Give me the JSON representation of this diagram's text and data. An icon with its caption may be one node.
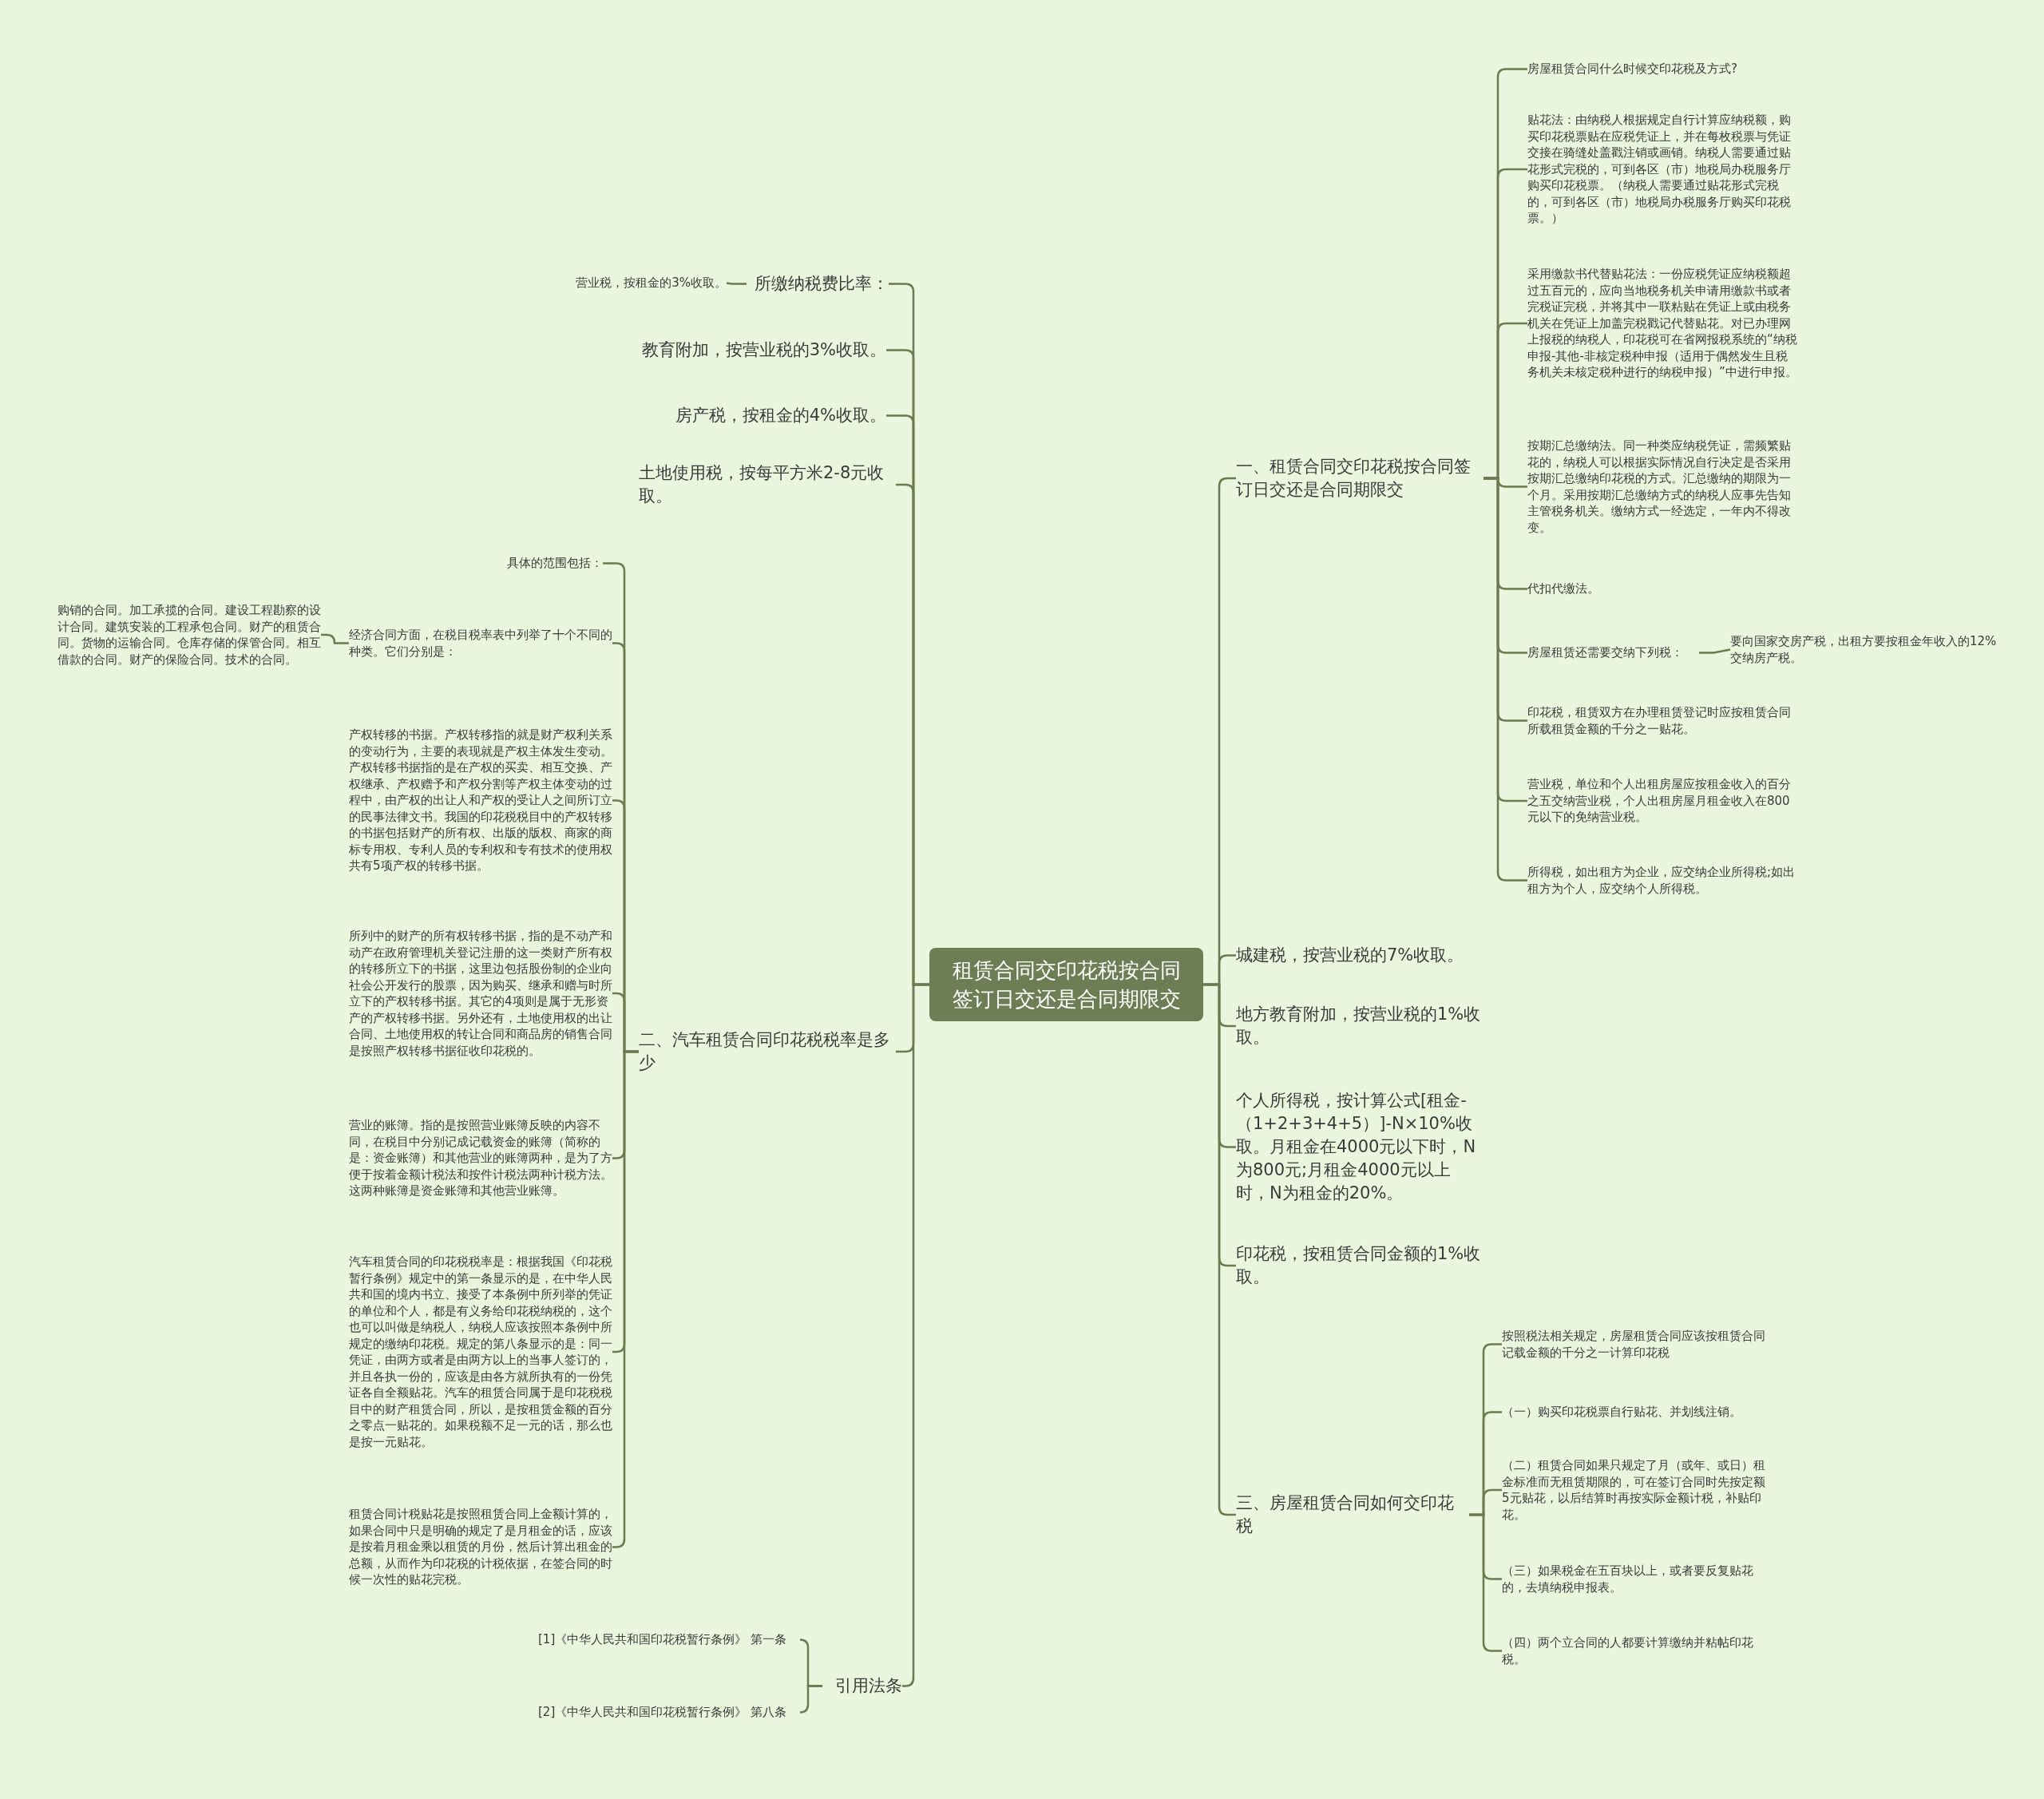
{
  "diagram": {
    "nodes": [
      {
        "text": [
          "租赁合同交印花税按合同签订日交还是合同期限交"
        ]
      },
      {
        "text": [
          "一、租赁合同交印花税按合同签订日交还是合同期限交"
        ]
      },
      {
        "text": [
          "房屋租赁合同什么时候交印花税及方式?"
        ]
      },
      {
        "text": [
          "贴花法：由纳税人根据规定自行计算应纳税额，购买印花税票贴在应税凭证上，并在每枚税票与凭证交接在骑缝处盖戳注销或画销。纳税人需要通过贴花形式完税的，可到各区（市）地税局办税服务厅购买印花税票。（纳税人需要通过贴花形式完税的，可到各区（市）地税局办税服务厅购买印花税票。）"
        ]
      },
      {
        "text": [
          "采用缴款书代替贴花法：一份应税凭证应纳税额超过五百元的，应向当地税务机关申请用缴款书或者完税证完税，并将其中一联粘贴在凭证上或由税务机关在凭证上加盖完税戳记代替贴花。对已办理网上报税的纳税人，印花税可在省网报税系统的“纳税申报-其他-非核定税种申报（适用于偶然发生且税务机关未核定税种进行的纳税申报）”中进行申报。"
        ]
      },
      {
        "text": [
          "按期汇总缴纳法。同一种类应纳税凭证，需频繁贴花的，纳税人可以根据实际情况自行决定是否采用按期汇总缴纳印花税的方式。汇总缴纳的期限为一个月。采用按期汇总缴纳方式的纳税人应事先告知主管税务机关。缴纳方式一经选定，一年内不得改变。"
        ]
      },
      {
        "text": [
          "代扣代缴法。"
        ]
      },
      {
        "text": [
          "房屋租赁还需要交纳下列税："
        ]
      },
      {
        "text": [
          "要向国家交房产税，出租方要按租金年收入的12%交纳房产税。"
        ]
      },
      {
        "text": [
          "印花税，租赁双方在办理租赁登记时应按租赁合同所载租赁金额的千分之一贴花。"
        ]
      },
      {
        "text": [
          "营业税，单位和个人出租房屋应按租金收入的百分之五交纳营业税，个人出租房屋月租金收入在800元以下的免纳营业税。"
        ]
      },
      {
        "text": [
          "所得税，如出租方为企业，应交纳企业所得税;如出租方为个人，应交纳个人所得税。"
        ]
      },
      {
        "text": [
          "城建税，按营业税的7%收取。"
        ]
      },
      {
        "text": [
          "地方教育附加，按营业税的1%收取。"
        ]
      },
      {
        "text": [
          "个人所得税，按计算公式[租金-（1+2+3+4+5）]-N×10%收取。月租金在4000元以下时，N为800元;月租金4000元以上时，N为租金的20%。"
        ]
      },
      {
        "text": [
          "印花税，按租赁合同金额的1%收取。"
        ]
      },
      {
        "text": [
          "三、房屋租赁合同如何交印花税"
        ]
      },
      {
        "text": [
          "按照税法相关规定，房屋租赁合同应该按租赁合同记载金额的千分之一计算印花税"
        ]
      },
      {
        "text": [
          "（一）购买印花税票自行贴花、并划线注销。"
        ]
      },
      {
        "text": [
          "（二）租赁合同如果只规定了月（或年、或日）租金标准而无租赁期限的，可在签订合同时先按定额5元贴花，以后结算时再按实际金额计税，补贴印花。"
        ]
      },
      {
        "text": [
          "（三）如果税金在五百块以上，或者要反复贴花的，去填纳税申报表。"
        ]
      },
      {
        "text": [
          "（四）两个立合同的人都要计算缴纳并粘帖印花税。"
        ]
      },
      {
        "text": [
          "所缴纳税费比率："
        ]
      },
      {
        "text": [
          "营业税，按租金的3%收取。"
        ]
      },
      {
        "text": [
          "教育附加，按营业税的3%收取。"
        ]
      },
      {
        "text": [
          "房产税，按租金的4%收取。"
        ]
      },
      {
        "text": [
          "土地使用税，按每平方米2-8元收取。"
        ]
      },
      {
        "text": [
          "二、汽车租赁合同印花税税率是多少"
        ]
      },
      {
        "text": [
          "具体的范围包括："
        ]
      },
      {
        "text": [
          "经济合同方面，在税目税率表中列举了十个不同的种类。它们分别是："
        ]
      },
      {
        "text": [
          "购销的合同。加工承揽的合同。建设工程勘察的设计合同。建筑安装的工程承包合同。财产的租赁合同。货物的运输合同。仓库存储的保管合同。相互借款的合同。财产的保险合同。技术的合同。"
        ]
      },
      {
        "text": [
          "产权转移的书据。产权转移指的就是财产权利关系的变动行为，主要的表现就是产权主体发生变动。产权转移书据指的是在产权的买卖、相互交换、产权继承、产权赠予和产权分割等产权主体变动的过程中，由产权的出让人和产权的受让人之间所订立的民事法律文书。我国的印花税税目中的产权转移的书据包括财产的所有权、出版的版权、商家的商标专用权、专利人员的专利权和专有技术的使用权共有5项产权的转移书据。"
        ]
      },
      {
        "text": [
          "所列中的财产的所有权转移书据，指的是不动产和动产在政府管理机关登记注册的这一类财产所有权的转移所立下的书据，这里边包括股份制的企业向社会公开发行的股票，因为购买、继承和赠与时所立下的产权转移书据。其它的4项则是属于无形资产的产权转移书据。另外还有，土地使用权的出让合同、土地使用权的转让合同和商品房的销售合同是按照产权转移书据征收印花税的。"
        ]
      },
      {
        "text": [
          "营业的账簿。指的是按照营业账簿反映的内容不同，在税目中分别记成记载资金的账簿（简称的是：资金账簿）和其他营业的账簿两种，是为了方便于按着金额计税法和按件计税法两种计税方法。这两种账簿是资金账簿和其他营业账簿。"
        ]
      },
      {
        "text": [
          "汽车租赁合同的印花税税率是：根据我国《印花税暂行条例》规定中的第一条显示的是，在中华人民共和国的境内书立、接受了本条例中所列举的凭证的单位和个人，都是有义务给印花税纳税的，这个也可以叫做是纳税人，纳税人应该按照本条例中所规定的缴纳印花税。规定的第八条显示的是：同一凭证，由两方或者是由两方以上的当事人签订的，并且各执一份的，应该是由各方就所执有的一份凭证各自全额贴花。汽车的租赁合同属于是印花税税目中的财产租赁合同，所以，是按租赁金额的百分之零点一贴花的。如果税额不足一元的话，那么也是按一元贴花。"
        ]
      },
      {
        "text": [
          "租赁合同计税贴花是按照租赁合同上金额计算的，如果合同中只是明确的规定了是月租金的话，应该是按着月租金乘以租赁的月份，然后计算出租金的总额，从而作为印花税的计税依据，在签合同的时候一次性的贴花完税。"
        ]
      },
      {
        "text": [
          "引用法条"
        ]
      },
      {
        "text": [
          "[1]《中华人民共和国印花税暂行条例》 第一条"
        ]
      },
      {
        "text": [
          "[2]《中华人民共和国印花税暂行条例》 第八条"
        ]
      }
    ],
    "edges": [
      {
        "from": 0,
        "to": 1,
        "arrow": "none"
      },
      {
        "from": 0,
        "to": 12,
        "arrow": "none"
      },
      {
        "from": 0,
        "to": 13,
        "arrow": "none"
      },
      {
        "from": 0,
        "to": 14,
        "arrow": "none"
      },
      {
        "from": 0,
        "to": 15,
        "arrow": "none"
      },
      {
        "from": 0,
        "to": 16,
        "arrow": "none"
      },
      {
        "from": 0,
        "to": 22,
        "arrow": "none"
      },
      {
        "from": 0,
        "to": 24,
        "arrow": "none"
      },
      {
        "from": 0,
        "to": 25,
        "arrow": "none"
      },
      {
        "from": 0,
        "to": 26,
        "arrow": "none"
      },
      {
        "from": 0,
        "to": 27,
        "arrow": "none"
      },
      {
        "from": 0,
        "to": 36,
        "arrow": "none"
      },
      {
        "from": 1,
        "to": 2,
        "arrow": "none"
      },
      {
        "from": 1,
        "to": 3,
        "arrow": "none"
      },
      {
        "from": 1,
        "to": 4,
        "arrow": "none"
      },
      {
        "from": 1,
        "to": 5,
        "arrow": "none"
      },
      {
        "from": 1,
        "to": 6,
        "arrow": "none"
      },
      {
        "from": 1,
        "to": 7,
        "arrow": "none"
      },
      {
        "from": 1,
        "to": 9,
        "arrow": "none"
      },
      {
        "from": 1,
        "to": 10,
        "arrow": "none"
      },
      {
        "from": 1,
        "to": 11,
        "arrow": "none"
      },
      {
        "from": 7,
        "to": 8,
        "arrow": "none"
      },
      {
        "from": 16,
        "to": 17,
        "arrow": "none"
      },
      {
        "from": 16,
        "to": 18,
        "arrow": "none"
      },
      {
        "from": 16,
        "to": 19,
        "arrow": "none"
      },
      {
        "from": 16,
        "to": 20,
        "arrow": "none"
      },
      {
        "from": 16,
        "to": 21,
        "arrow": "none"
      },
      {
        "from": 22,
        "to": 23,
        "arrow": "none"
      },
      {
        "from": 27,
        "to": 28,
        "arrow": "none"
      },
      {
        "from": 27,
        "to": 29,
        "arrow": "none"
      },
      {
        "from": 27,
        "to": 31,
        "arrow": "none"
      },
      {
        "from": 27,
        "to": 32,
        "arrow": "none"
      },
      {
        "from": 27,
        "to": 33,
        "arrow": "none"
      },
      {
        "from": 27,
        "to": 34,
        "arrow": "none"
      },
      {
        "from": 27,
        "to": 35,
        "arrow": "none"
      },
      {
        "from": 29,
        "to": 30,
        "arrow": "none"
      },
      {
        "from": 36,
        "to": 37,
        "arrow": "none"
      },
      {
        "from": 36,
        "to": 38,
        "arrow": "none"
      }
    ]
  }
}
